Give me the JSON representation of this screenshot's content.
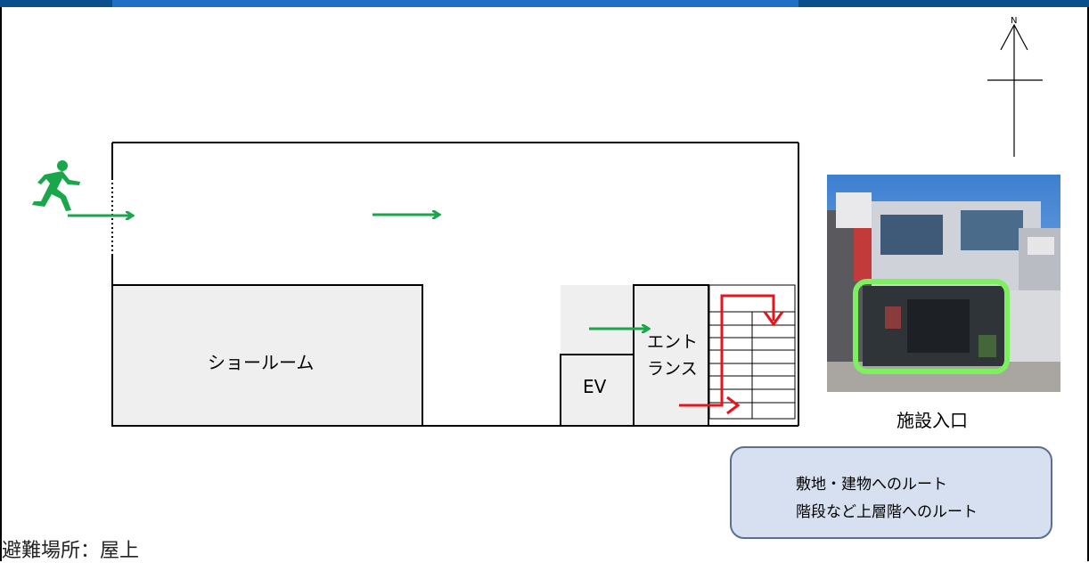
{
  "compass": {
    "north_label": "N"
  },
  "rooms": {
    "showroom": "ショールーム",
    "elevator": "EV",
    "entrance_line1": "エント",
    "entrance_line2": "ランス"
  },
  "photo": {
    "caption": "施設入口"
  },
  "legend": {
    "items": [
      {
        "label": "敷地・建物へのルート",
        "color": "#1aa64a"
      },
      {
        "label": "階段など上層階へのルート",
        "color": "#e8141b"
      }
    ]
  },
  "evacuation": {
    "label": "避難場所：屋上"
  },
  "colors": {
    "route_green": "#1aa64a",
    "route_red": "#e8141b",
    "highlight": "#7df05f",
    "topbar": "#1f6fc4"
  }
}
